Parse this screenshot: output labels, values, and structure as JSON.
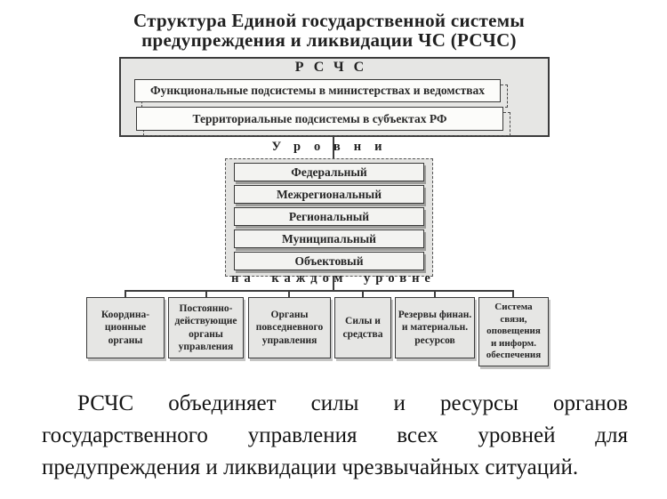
{
  "title": {
    "line1": "Структура Единой государственной системы",
    "line2": "предупреждения и ликвидации ЧС (РСЧС)"
  },
  "rschs_block": {
    "header": "РСЧС",
    "functional_label": "Функциональные подсистемы в министерствах и ведомствах",
    "territorial_label": "Территориальные подсистемы в субъектах РФ"
  },
  "levels_block": {
    "connector_label": "Уровни",
    "levels": [
      "Федеральный",
      "Межрегиональный",
      "Региональный",
      "Муниципальный",
      "Объектовый"
    ]
  },
  "organs_block": {
    "connector_label": "на каждом уровне",
    "organs": [
      "Координа-\nционные\nорганы",
      "Постоянно-\nдействующие\nорганы\nуправления",
      "Органы\nповседневного\nуправления",
      "Силы и\nсредства",
      "Резервы финан.\nи материальн.\nресурсов",
      "Система\nсвязи,\nоповещения\nи информ.\nобеспечения"
    ]
  },
  "paragraph": {
    "line1": "РСЧС объединяет силы и ресурсы органов",
    "line2": "государственного управления всех уровней для",
    "line3": "предупреждения и ликвидации чрезвычайных ситуаций."
  },
  "colors": {
    "box_fill": "#e6e6e4",
    "level_fill": "#f3f3f1",
    "white_fill": "#fcfcfa",
    "border": "#3c3c3c",
    "text": "#1a1a1a"
  }
}
